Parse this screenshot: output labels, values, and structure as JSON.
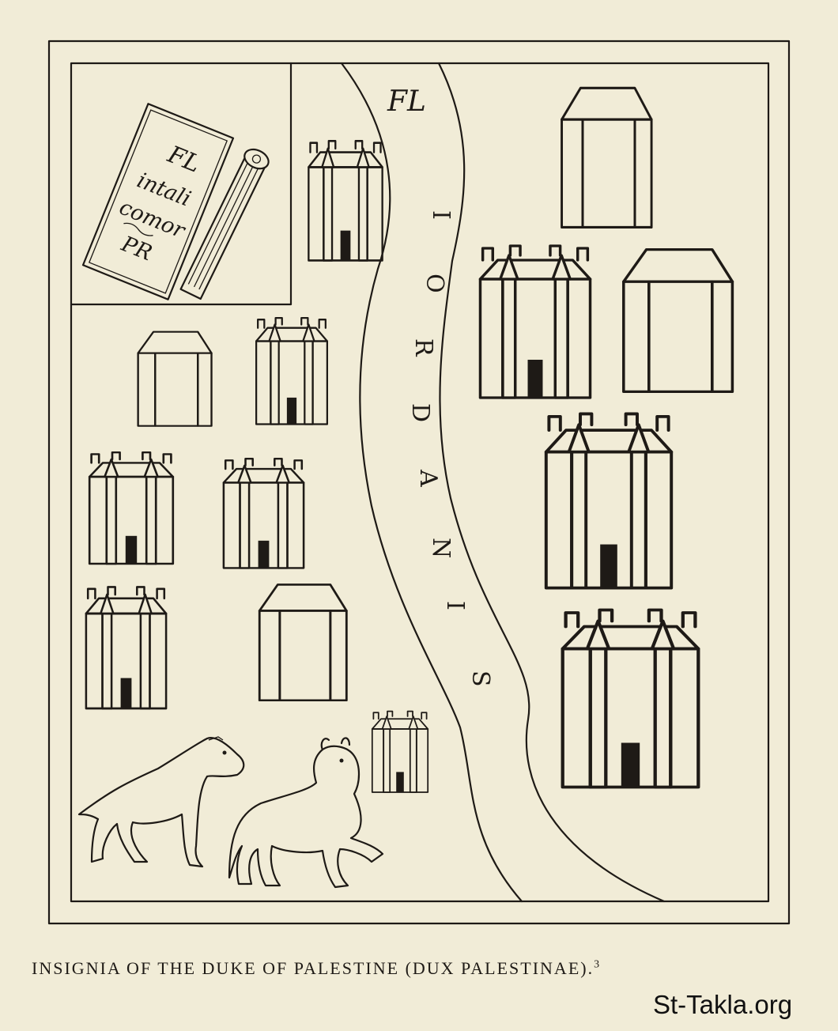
{
  "caption": {
    "text": "INSIGNIA OF THE DUKE OF PALESTINE (DUX PALESTINAE).",
    "footnote": "3"
  },
  "map": {
    "river_label": "FL",
    "river_name": "IORDANIS",
    "river_letters": [
      "I",
      "O",
      "R",
      "D",
      "A",
      "N",
      "I",
      "S"
    ]
  },
  "codicil": {
    "lines": [
      "FL",
      "intali",
      "comor",
      "PR"
    ]
  },
  "watermark": "St-Takla.org",
  "colors": {
    "paper": "#f1ecd7",
    "ink": "#1e1a16"
  }
}
